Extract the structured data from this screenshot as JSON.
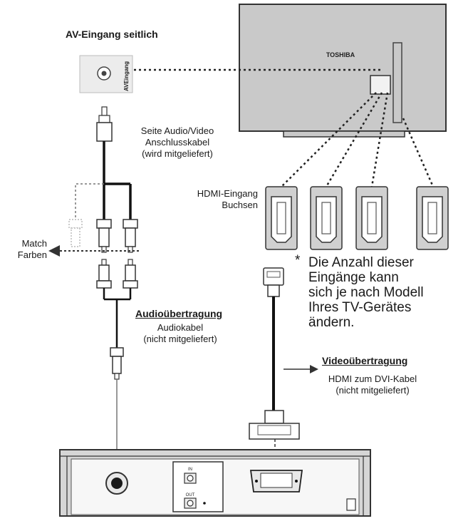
{
  "tv": {
    "brand": "TOSHIBA"
  },
  "side_input": {
    "title": "AV-Eingang seitlich",
    "jack_label": "AVEingang"
  },
  "av_cable": {
    "line1": "Seite Audio/Video",
    "line2": "Anschlusskabel",
    "line3": "(wird mitgeliefert)"
  },
  "match": {
    "line1": "Match",
    "line2": "Farben"
  },
  "hdmi_inputs": {
    "line1": "HDMI-Eingang",
    "line2": "Buchsen",
    "count": 4
  },
  "note": {
    "star": "*",
    "line1": "Die Anzahl dieser",
    "line2": "Eingänge kann",
    "line3": "sich je nach Modell",
    "line4": "Ihres TV-Gerätes",
    "line5": "ändern."
  },
  "audio": {
    "heading": "Audioübertragung",
    "line1": "Audiokabel",
    "line2": "(nicht mitgeliefert)"
  },
  "video": {
    "heading": "Videoübertragung",
    "line1": "HDMI zum DVI-Kabel",
    "line2": "(nicht mitgeliefert)"
  },
  "device": {
    "in_label": "IN",
    "out_label": "OUT"
  }
}
